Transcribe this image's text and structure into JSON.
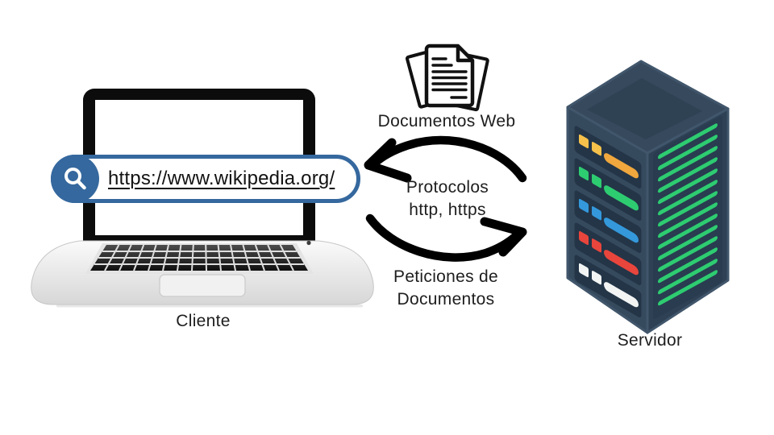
{
  "client": {
    "label": "Cliente",
    "url_bar": {
      "url": "https://www.wikipedia.org/",
      "icon": "search-icon"
    }
  },
  "server": {
    "label": "Servidor"
  },
  "flows": {
    "documents_web": {
      "label": "Documentos Web",
      "icon": "stacked-documents-icon"
    },
    "protocols": {
      "line1": "Protocolos",
      "line2": "http, https",
      "icon": "curved-arrow-left-icon"
    },
    "requests": {
      "line1": "Peticiones de",
      "line2": "Documentos",
      "icon": "curved-arrow-right-icon"
    }
  },
  "colors": {
    "url_bar_blue": "#35689e",
    "arrow_black": "#000000",
    "text": "#1e1e1e",
    "server_body": "#364a5e",
    "server_face_right": "#2e4155",
    "server_slot": "#233547",
    "server_yellow": "#f6c14b",
    "server_orange": "#f0a73d",
    "server_green": "#2ecc71",
    "server_blue": "#3498db",
    "server_red": "#e8453c",
    "server_white": "#f2f4f4"
  }
}
